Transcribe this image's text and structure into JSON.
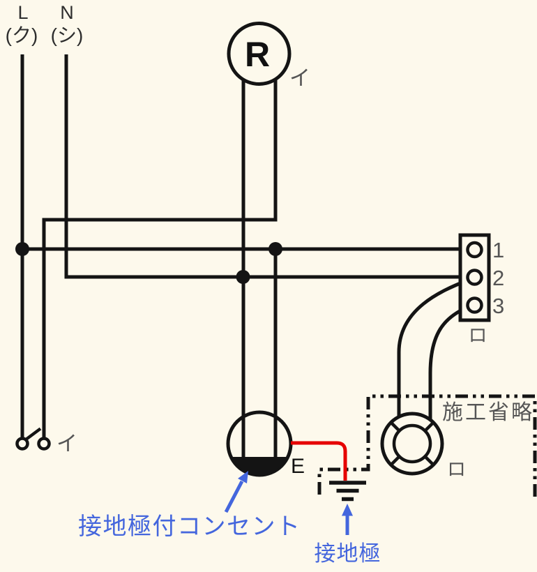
{
  "diagram_title": "wiring-diagram",
  "colors": {
    "background": "#FDF9EC",
    "wire": "#141414",
    "red_wire": "#E60000",
    "blue": "#4466DD",
    "text_dark": "#2E2E2E",
    "text_gray": "#555555"
  },
  "source": {
    "live_label": "L",
    "live_sub": "(ク)",
    "neutral_label": "N",
    "neutral_sub": "(シ)"
  },
  "lamp_r": {
    "symbol": "R",
    "circuit": "イ"
  },
  "switch": {
    "circuit": "イ"
  },
  "terminal_block": {
    "terminals": [
      "1",
      "2",
      "3"
    ],
    "circuit": "ロ"
  },
  "omission_box": {
    "label": "施工省略",
    "lamp_circuit": "ロ"
  },
  "outlet": {
    "ground_mark": "E",
    "annotation": "接地極付コンセント"
  },
  "ground": {
    "annotation": "接地極"
  }
}
